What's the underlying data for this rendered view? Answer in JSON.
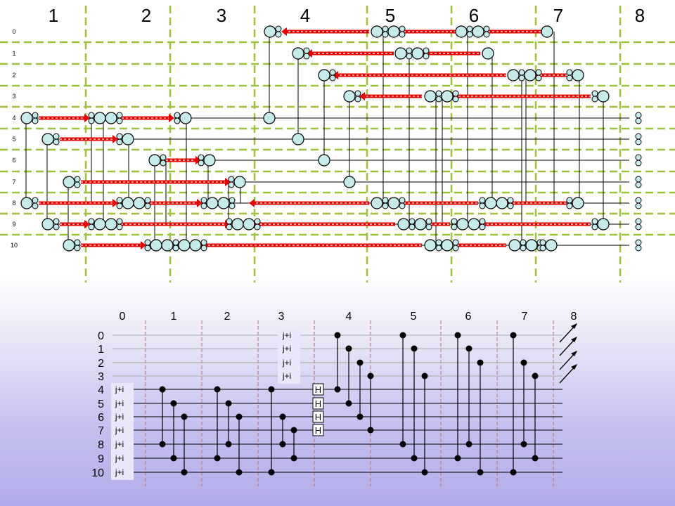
{
  "top": {
    "column_labels": [
      "1",
      "2",
      "3",
      "4",
      "5",
      "6",
      "7",
      "8"
    ],
    "row_labels": [
      "0",
      "1",
      "2",
      "3",
      "4",
      "5",
      "6",
      "7",
      "8",
      "9",
      "10"
    ]
  },
  "bottom": {
    "column_labels": [
      "0",
      "1",
      "2",
      "3",
      "4",
      "5",
      "6",
      "7",
      "8"
    ],
    "row_labels": [
      "0",
      "1",
      "2",
      "3",
      "4",
      "5",
      "6",
      "7",
      "8",
      "9",
      "10"
    ],
    "init_label": "j+i",
    "hadamard_label": "H"
  },
  "colors": {
    "grid": "#9ec33a",
    "atom_fill": "#c5ebea",
    "arrow": "#e60000",
    "background_bottom": "#b2abea"
  }
}
